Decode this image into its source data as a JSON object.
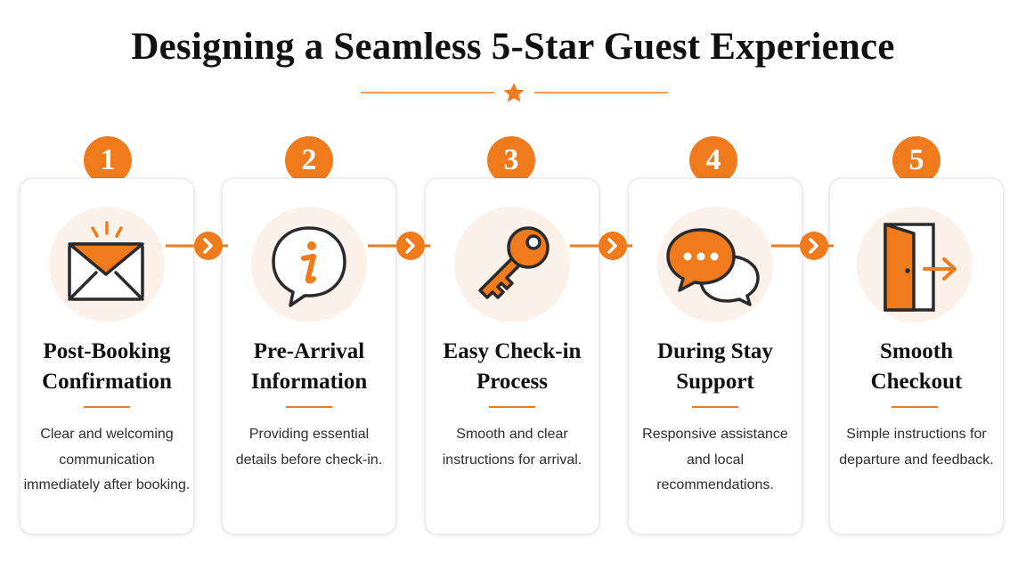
{
  "title": "Designing a Seamless 5-Star Guest Experience",
  "accent_color": "#f07b1c",
  "steps": [
    {
      "number": "1",
      "icon": "envelope-icon",
      "title_lines": [
        "Post-Booking",
        "Confirmation"
      ],
      "desc_lines": [
        "Clear and welcoming",
        "communication",
        "immediately after booking."
      ]
    },
    {
      "number": "2",
      "icon": "info-bubble-icon",
      "title_lines": [
        "Pre-Arrival",
        "Information"
      ],
      "desc_lines": [
        "Providing essential",
        "details before check-in."
      ]
    },
    {
      "number": "3",
      "icon": "key-icon",
      "title_lines": [
        "Easy Check-in",
        "Process"
      ],
      "desc_lines": [
        "Smooth and clear",
        "instructions for arrival."
      ]
    },
    {
      "number": "4",
      "icon": "chat-bubbles-icon",
      "title_lines": [
        "During Stay",
        "Support"
      ],
      "desc_lines": [
        "Responsive assistance",
        "and local",
        "recommendations."
      ]
    },
    {
      "number": "5",
      "icon": "exit-door-icon",
      "title_lines": [
        "Smooth",
        "Checkout"
      ],
      "desc_lines": [
        "Simple instructions for",
        "departure and feedback."
      ]
    }
  ]
}
